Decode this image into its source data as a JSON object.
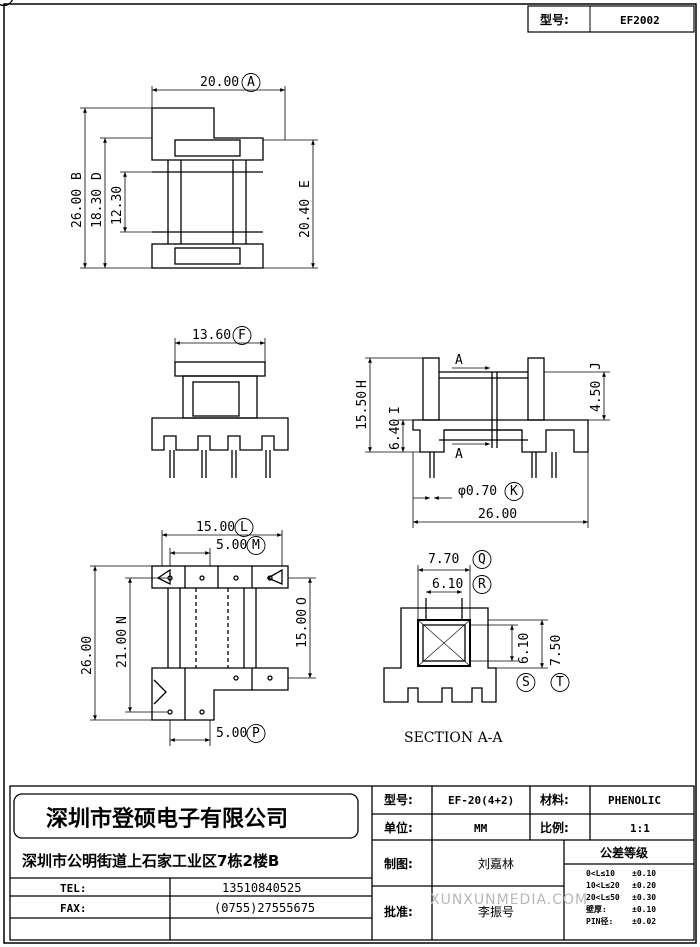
{
  "header": {
    "model_label": "型号:",
    "model_value": "EF2002"
  },
  "views": {
    "top": {
      "width": "20.00",
      "width_tag": "A",
      "height": "26.00",
      "height_tag": "B",
      "d1": "18.30",
      "d1_tag": "D",
      "d2": "12.30",
      "d3": "20.40",
      "d3_tag": "E"
    },
    "front": {
      "width": "13.60",
      "width_tag": "F"
    },
    "side": {
      "height": "15.50",
      "height_tag": "H",
      "top": "4.50",
      "top_tag": "J",
      "mid": "6.40",
      "mid_tag": "I",
      "pin": "φ0.70",
      "pin_tag": "K",
      "length": "26.00",
      "section_mark": "A"
    },
    "bottom": {
      "w1": "15.00",
      "w1_tag": "L",
      "w2": "5.00",
      "w2_tag": "M",
      "h_total": "26.00",
      "h_inner": "21.00",
      "h_inner_tag": "N",
      "h_right": "15.00",
      "h_right_tag": "O",
      "w_bottom": "5.00",
      "w_bottom_tag": "P"
    },
    "section": {
      "w1": "7.70",
      "w1_tag": "Q",
      "w2": "6.10",
      "w2_tag": "R",
      "h1": "6.10",
      "h1_tag": "S",
      "h2": "7.50",
      "h2_tag": "T",
      "caption": "SECTION A-A"
    }
  },
  "title_block": {
    "company": "深圳市登硕电子有限公司",
    "address": "深圳市公明街道上石家工业区7栋2楼B",
    "tel_label": "TEL:",
    "tel_value": "13510840525",
    "fax_label": "FAX:",
    "fax_value": "(0755)27555675",
    "model_label": "型号:",
    "model_value": "EF-20(4+2)",
    "material_label": "材料:",
    "material_value": "PHENOLIC",
    "unit_label": "单位:",
    "unit_value": "MM",
    "scale_label": "比例:",
    "scale_value": "1:1",
    "drawn_label": "制图:",
    "drawn_value": "刘嘉林",
    "approved_label": "批准:",
    "approved_value": "李振号",
    "tolerance_title": "公差等级",
    "tolerances": [
      {
        "range": "0<L≤10",
        "value": "±0.10"
      },
      {
        "range": "10<L≤20",
        "value": "±0.20"
      },
      {
        "range": "20<L≤50",
        "value": "±0.30"
      },
      {
        "range": "壁厚:",
        "value": "±0.10"
      },
      {
        "range": "PIN径:",
        "value": "±0.02"
      }
    ],
    "watermark": "XUNXUNMEDIA.COM"
  }
}
